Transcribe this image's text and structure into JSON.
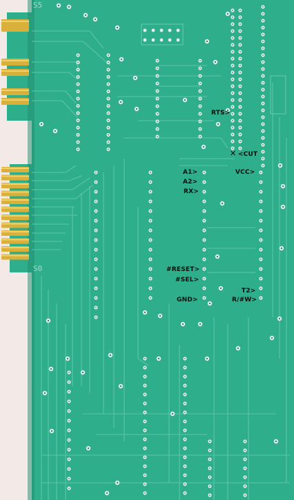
{
  "image": {
    "subject": "circuit-board",
    "colors": {
      "board": "#2fae8c",
      "board_dark": "#1f8b6c",
      "trace": "#5cc7a7",
      "gold": "#d9b13a",
      "gold_light": "#f0d16a",
      "pad": "#e7eeea",
      "substrate": "#f3e9e6"
    }
  },
  "silkscreen": {
    "top_edge": "S5",
    "side_edge": "S0"
  },
  "annotations": {
    "rts": "RTS>",
    "cut": "<CUT",
    "a1": "A1>",
    "a2": "A2>",
    "rx": "RX>",
    "vcc": "VCC>",
    "reset": "#RESET>",
    "sel": "#SEL>",
    "gnd": "GND>",
    "t2": "T2>",
    "rw": "R/#W>"
  }
}
